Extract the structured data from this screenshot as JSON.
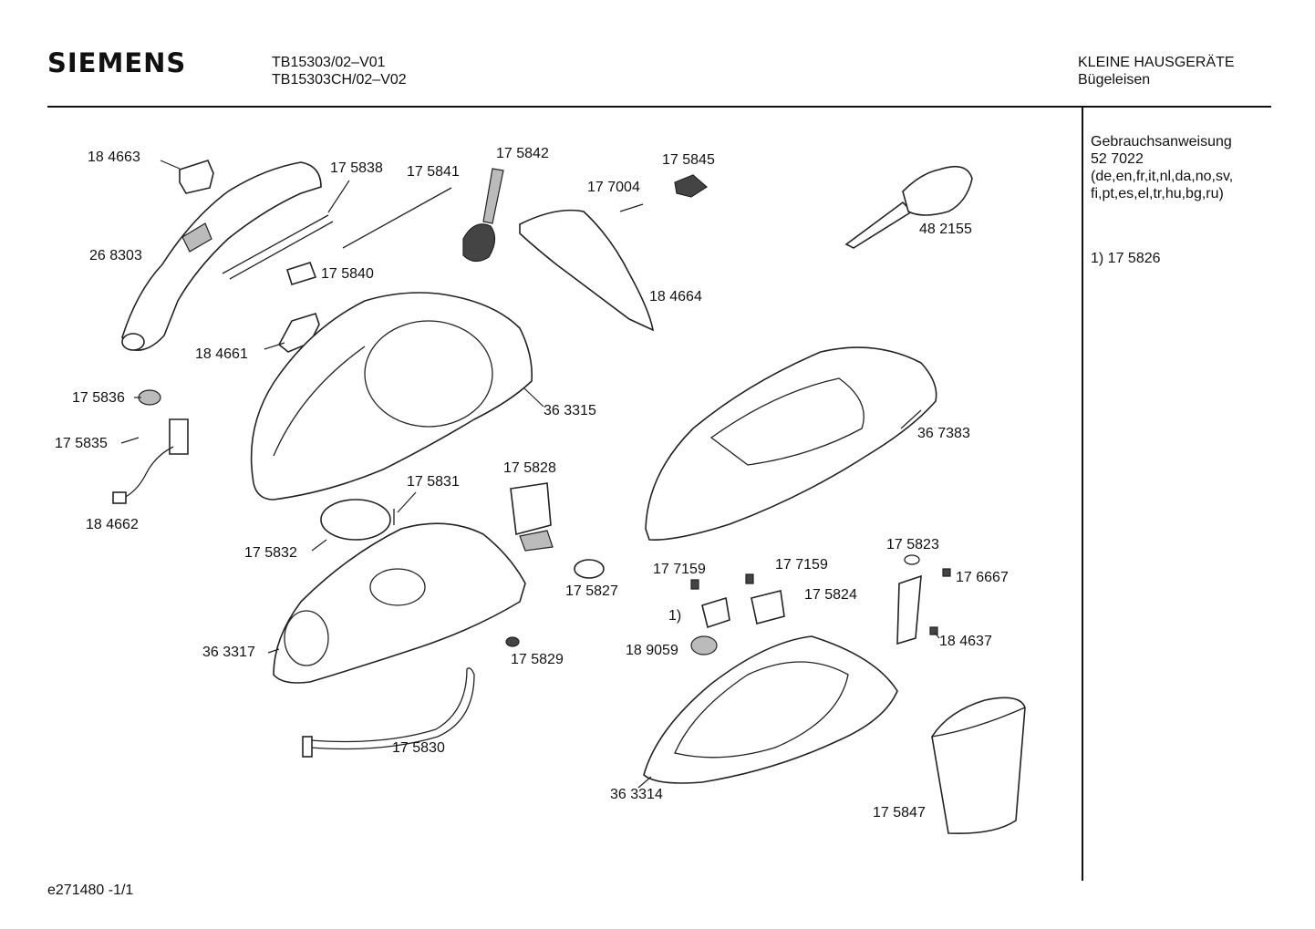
{
  "header": {
    "brand": "SIEMENS",
    "model_line1": "TB15303/02–V01",
    "model_line2": "TB15303CH/02–V02",
    "category_line1": "KLEINE HAUSGERÄTE",
    "category_line2": "Bügeleisen"
  },
  "side_panel": {
    "manual_title": "Gebrauchsanweisung",
    "manual_number": "52 7022",
    "languages_line1": "(de,en,fr,it,nl,da,no,sv,",
    "languages_line2": "fi,pt,es,el,tr,hu,bg,ru)",
    "note": "1)  17 5826"
  },
  "footer": {
    "code": "e271480   -1/1"
  },
  "part_labels": [
    "18 4663",
    "17 5838",
    "17 5841",
    "17 5842",
    "17 5845",
    "17 7004",
    "26 8303",
    "17 5840",
    "18 4664",
    "48 2155",
    "18 4661",
    "17 5836",
    "17 5835",
    "36 3315",
    "36 7383",
    "18 4662",
    "17 5831",
    "17 5828",
    "17 5832",
    "17 5827",
    "17 7159",
    "17 7159",
    "17 5824",
    "1)",
    "17 5823",
    "17 6667",
    "18 4637",
    "36 3317",
    "17 5829",
    "18 9059",
    "17 5830",
    "36 3314",
    "17 5847"
  ]
}
